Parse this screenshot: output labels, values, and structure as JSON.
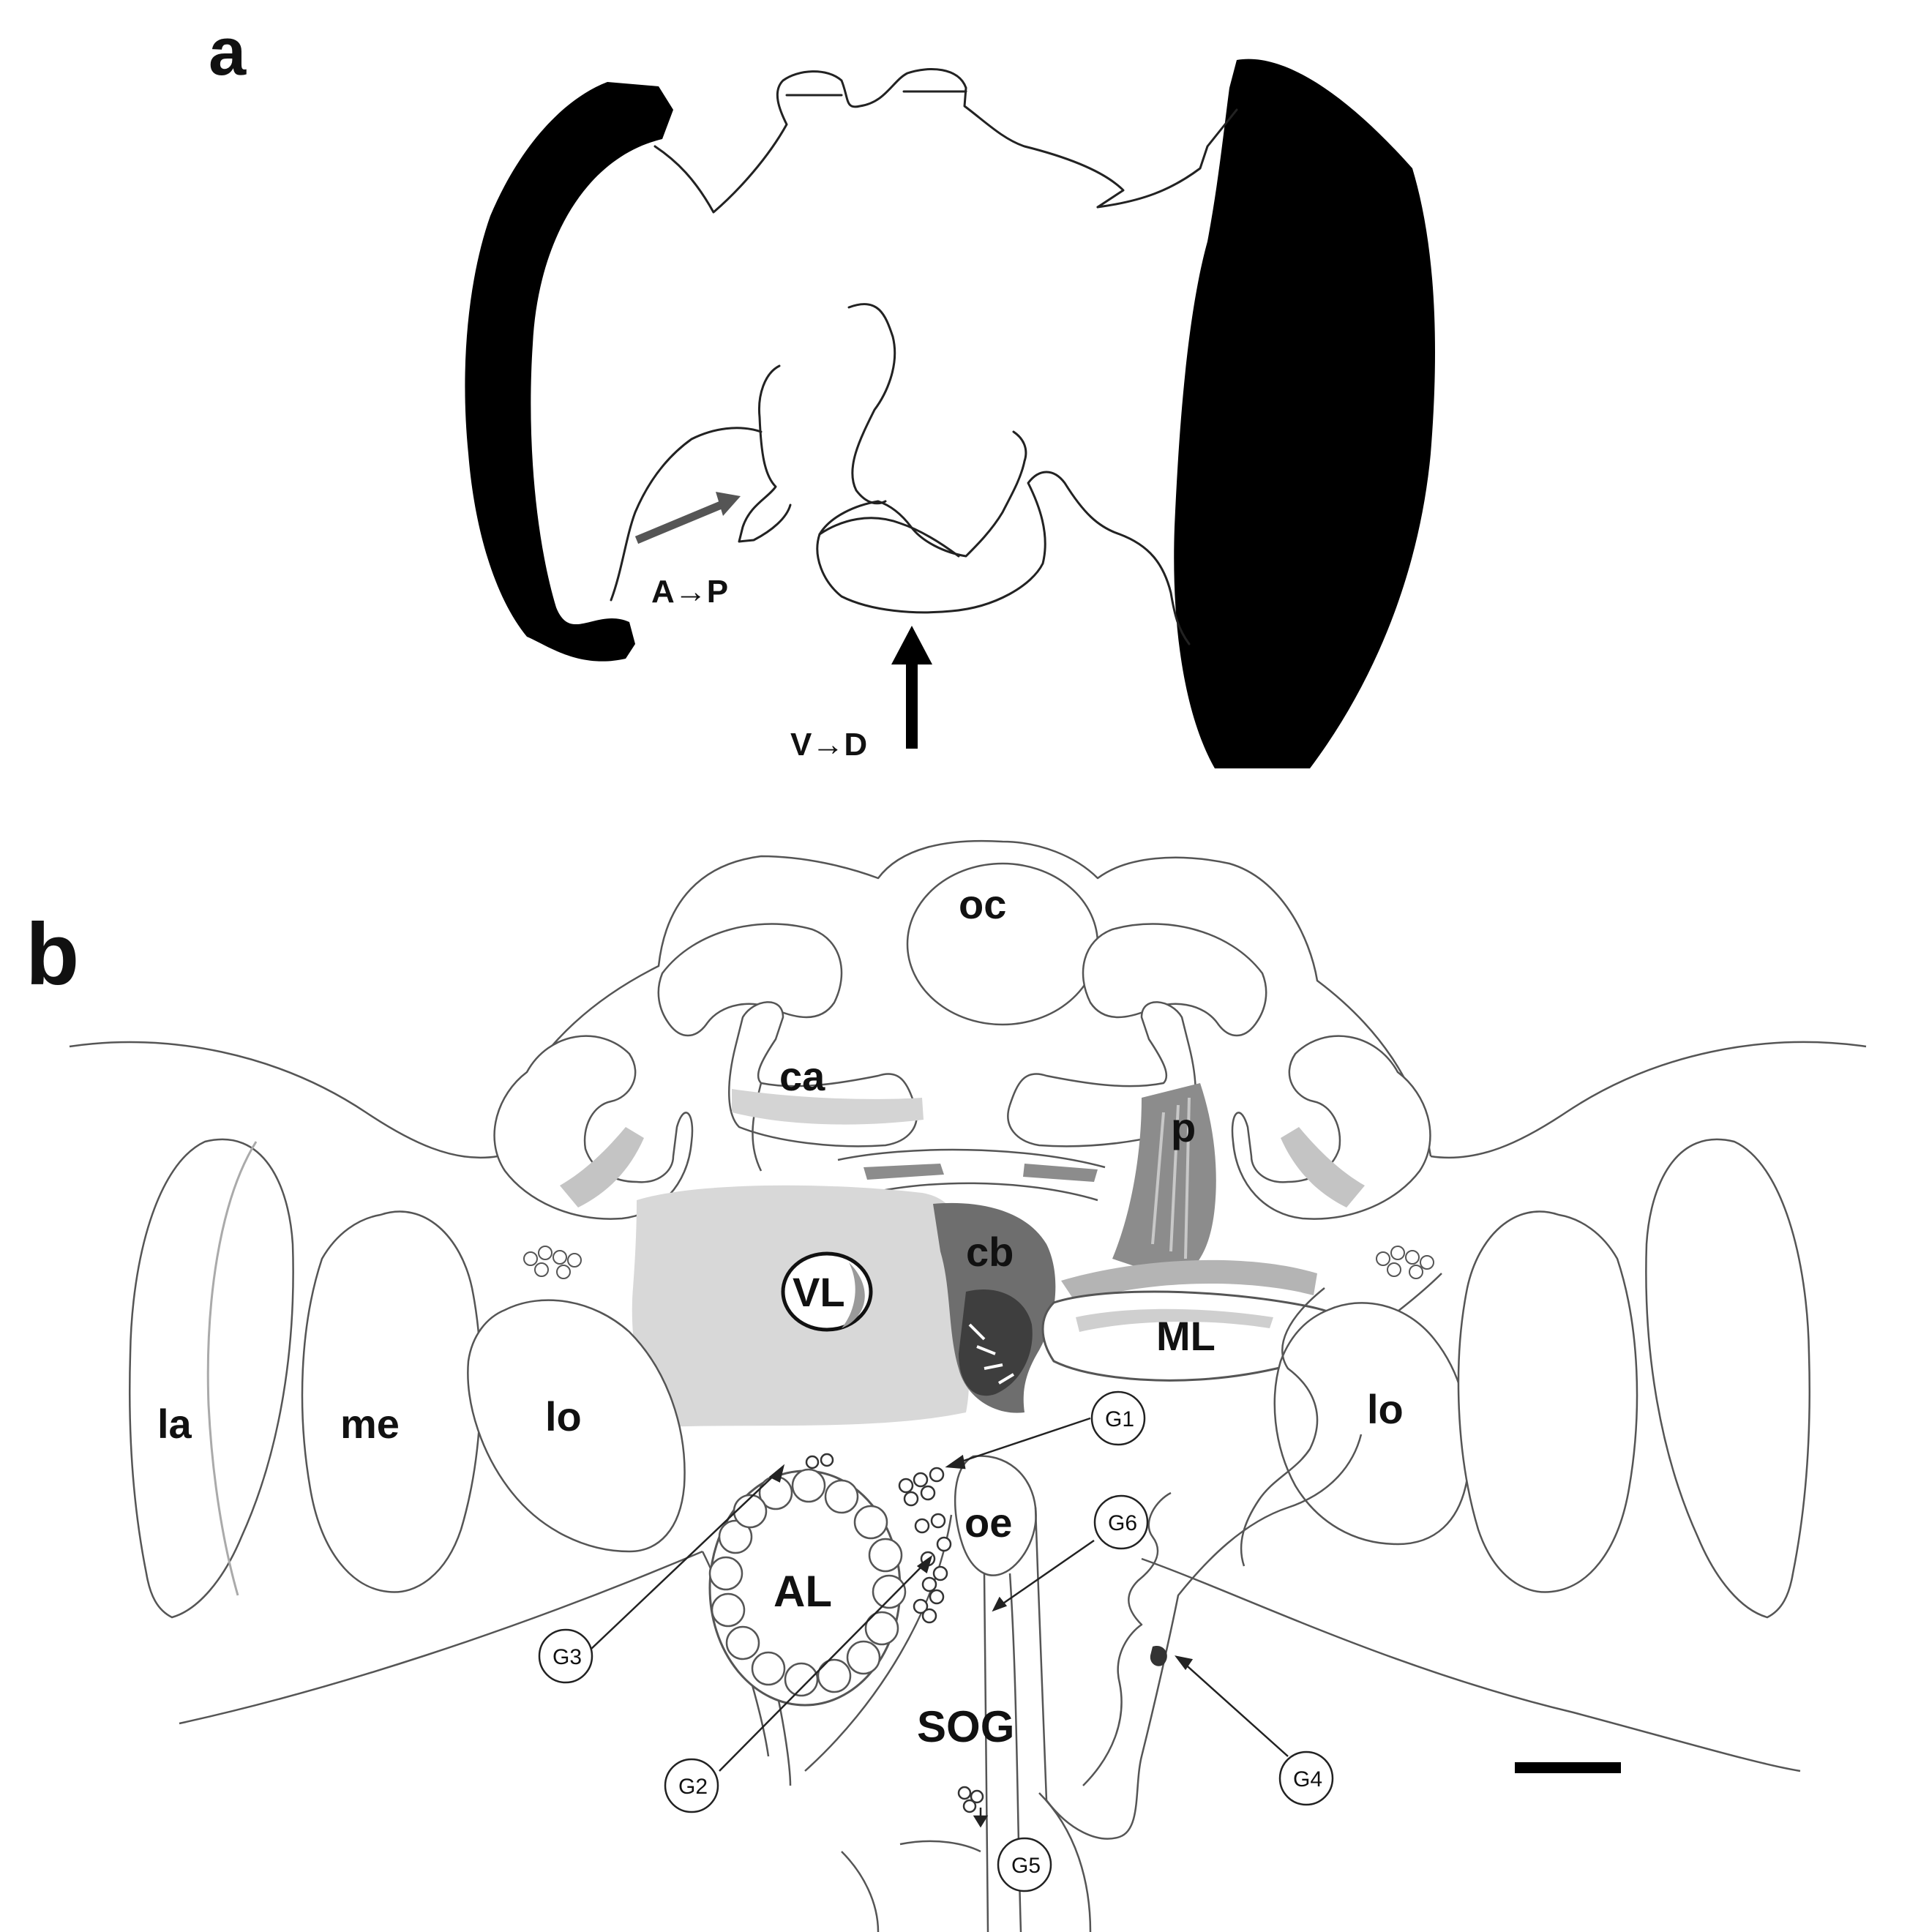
{
  "panel_a": {
    "label": "a",
    "arrow_ap_label": "A→P",
    "arrow_vd_label": "V→D"
  },
  "panel_b": {
    "label": "b",
    "regions": {
      "oc": "oc",
      "ca": "ca",
      "p": "p",
      "cb": "cb",
      "vl": "VL",
      "ml": "ML",
      "la": "la",
      "me": "me",
      "lo_left": "lo",
      "lo_right": "lo",
      "oe": "oe",
      "al": "AL",
      "sog": "SOG"
    },
    "groups": {
      "g1": "G1",
      "g2": "G2",
      "g3": "G3",
      "g4": "G4",
      "g5": "G5",
      "g6": "G6"
    }
  },
  "colors": {
    "ink": "#111111",
    "light_gray": "#d4d4d4",
    "mid_gray": "#a8a8a8",
    "dark_gray": "#707070"
  }
}
